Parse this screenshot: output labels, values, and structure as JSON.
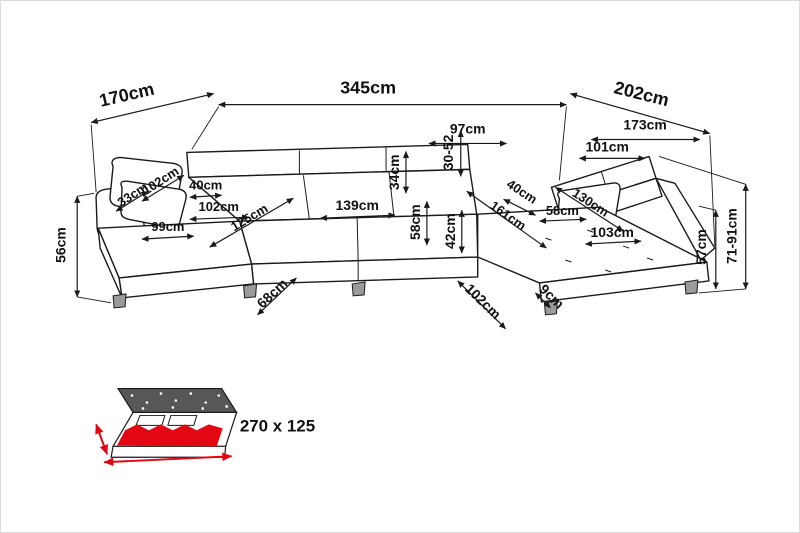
{
  "diagram_type": "corner-sofa-dimension-diagram",
  "unit": "cm",
  "measurements": {
    "left_depth": "170cm",
    "total_width": "345cm",
    "right_depth": "202cm",
    "right_back_width": "97cm",
    "right_section_width": "173cm",
    "right_inner_width": "101cm",
    "backrest_height_range": "30-52",
    "back_cushion_height": "34cm",
    "left_pillow_depth": "33cm",
    "left_pillow_width": "102cm",
    "left_arm_width": "40cm",
    "left_back_width": "102cm",
    "left_chaise_width": "99cm",
    "left_chaise_length": "125cm",
    "center_seat_width": "139cm",
    "seat_depth": "58cm",
    "seat_front_height": "42cm",
    "right_arm_width": "40cm",
    "right_chaise_length": "161cm",
    "right_seat_width": "58cm",
    "right_inner_length": "130cm",
    "right_chaise_width": "103cm",
    "left_height": "56cm",
    "right_height_range": "71-91cm",
    "right_seat_height": "57cm",
    "front_left_depth": "68cm",
    "front_right_depth": "102cm",
    "leg_height": "9cm"
  },
  "bed": {
    "sleeping_area": "270 x 125"
  },
  "colors": {
    "line": "#1a1a1a",
    "accent_red": "#e30613",
    "headboard_gray": "#575757"
  }
}
